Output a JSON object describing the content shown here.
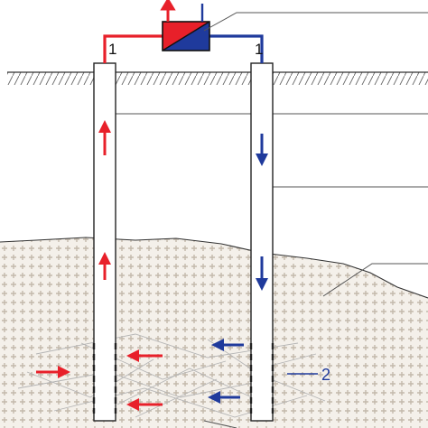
{
  "diagram": {
    "well_labels": {
      "left": "1",
      "right": "1"
    },
    "aquifer_label": "2",
    "colors": {
      "warm": "#e8202a",
      "cold": "#1f3a9c",
      "ground_line": "#555555",
      "sand_fill": "#f4f0ea",
      "sand_dot": "#c8bfb2",
      "well_outline": "#222222",
      "leader_line": "#555555",
      "crack_line": "#b0b0b0"
    }
  }
}
